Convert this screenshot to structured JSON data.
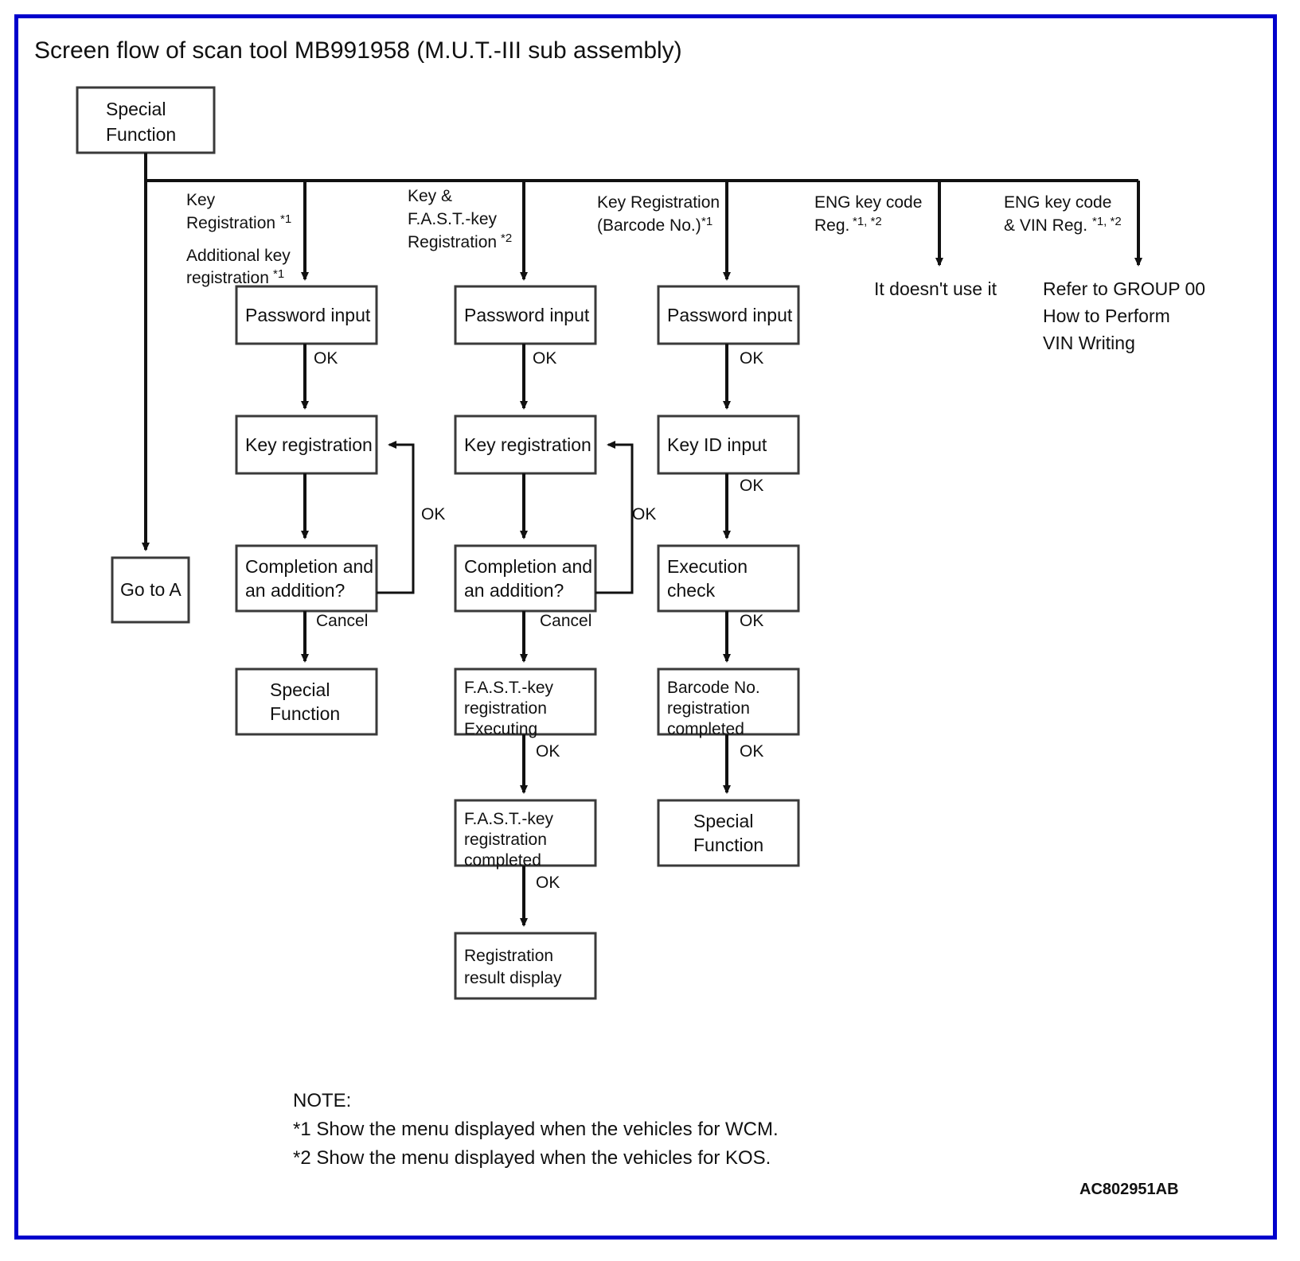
{
  "diagram": {
    "title": "Screen flow of scan tool MB991958 (M.U.T.-III sub assembly)",
    "figure_code": "AC802951AB",
    "border_color": "#0000cc",
    "root": {
      "line1": "Special",
      "line2": "Function"
    },
    "go_to": "Go to A",
    "branch_labels": {
      "b1_l1": "Key",
      "b1_l2": "Registration",
      "b1_l2_sup": "*1",
      "b1_l3": "Additional key",
      "b1_l4": "registration",
      "b1_l4_sup": "*1",
      "b2_l1": "Key &",
      "b2_l2": "F.A.S.T.-key",
      "b2_l3": "Registration",
      "b2_l3_sup": "*2",
      "b3_l1": "Key Registration",
      "b3_l2": "(Barcode No.)",
      "b3_l2_sup": "*1",
      "b4_l1": "ENG key code",
      "b4_l2": "Reg.",
      "b4_l2_sup": "*1, *2",
      "b5_l1": "ENG key code",
      "b5_l2": "& VIN Reg.",
      "b5_l2_sup": "*1, *2"
    },
    "column1": {
      "box1": "Password input",
      "box2": "Key registration",
      "box3_l1": "Completion and",
      "box3_l2": "an addition?",
      "box4_l1": "Special",
      "box4_l2": "Function",
      "edge_ok_1": "OK",
      "edge_ok_loop": "OK",
      "edge_cancel": "Cancel"
    },
    "column2": {
      "box1": "Password input",
      "box2": "Key registration",
      "box3_l1": "Completion and",
      "box3_l2": "an addition?",
      "box4_l1": "F.A.S.T.-key",
      "box4_l2": "registration",
      "box4_l3": "Executing",
      "box5_l1": "F.A.S.T.-key",
      "box5_l2": "registration",
      "box5_l3": "completed",
      "box6_l1": "Registration",
      "box6_l2": "result display",
      "edge_ok_1": "OK",
      "edge_ok_loop": "OK",
      "edge_cancel": "Cancel",
      "edge_ok_2": "OK",
      "edge_ok_3": "OK"
    },
    "column3": {
      "box1": "Password input",
      "box2": "Key ID input",
      "box3_l1": "Execution",
      "box3_l2": "check",
      "box4_l1": "Barcode No.",
      "box4_l2": "registration",
      "box4_l3": "completed",
      "box5_l1": "Special",
      "box5_l2": "Function",
      "edge_ok_1": "OK",
      "edge_ok_2": "OK",
      "edge_ok_3": "OK",
      "edge_ok_4": "OK"
    },
    "column4": {
      "text": "It doesn't use it"
    },
    "column5": {
      "l1": "Refer to GROUP 00",
      "l2": "How to Perform",
      "l3": "VIN Writing"
    },
    "notes": {
      "heading": "NOTE:",
      "n1": "*1 Show the menu displayed when the vehicles for WCM.",
      "n2": "*2 Show the menu displayed when the vehicles for KOS."
    }
  }
}
